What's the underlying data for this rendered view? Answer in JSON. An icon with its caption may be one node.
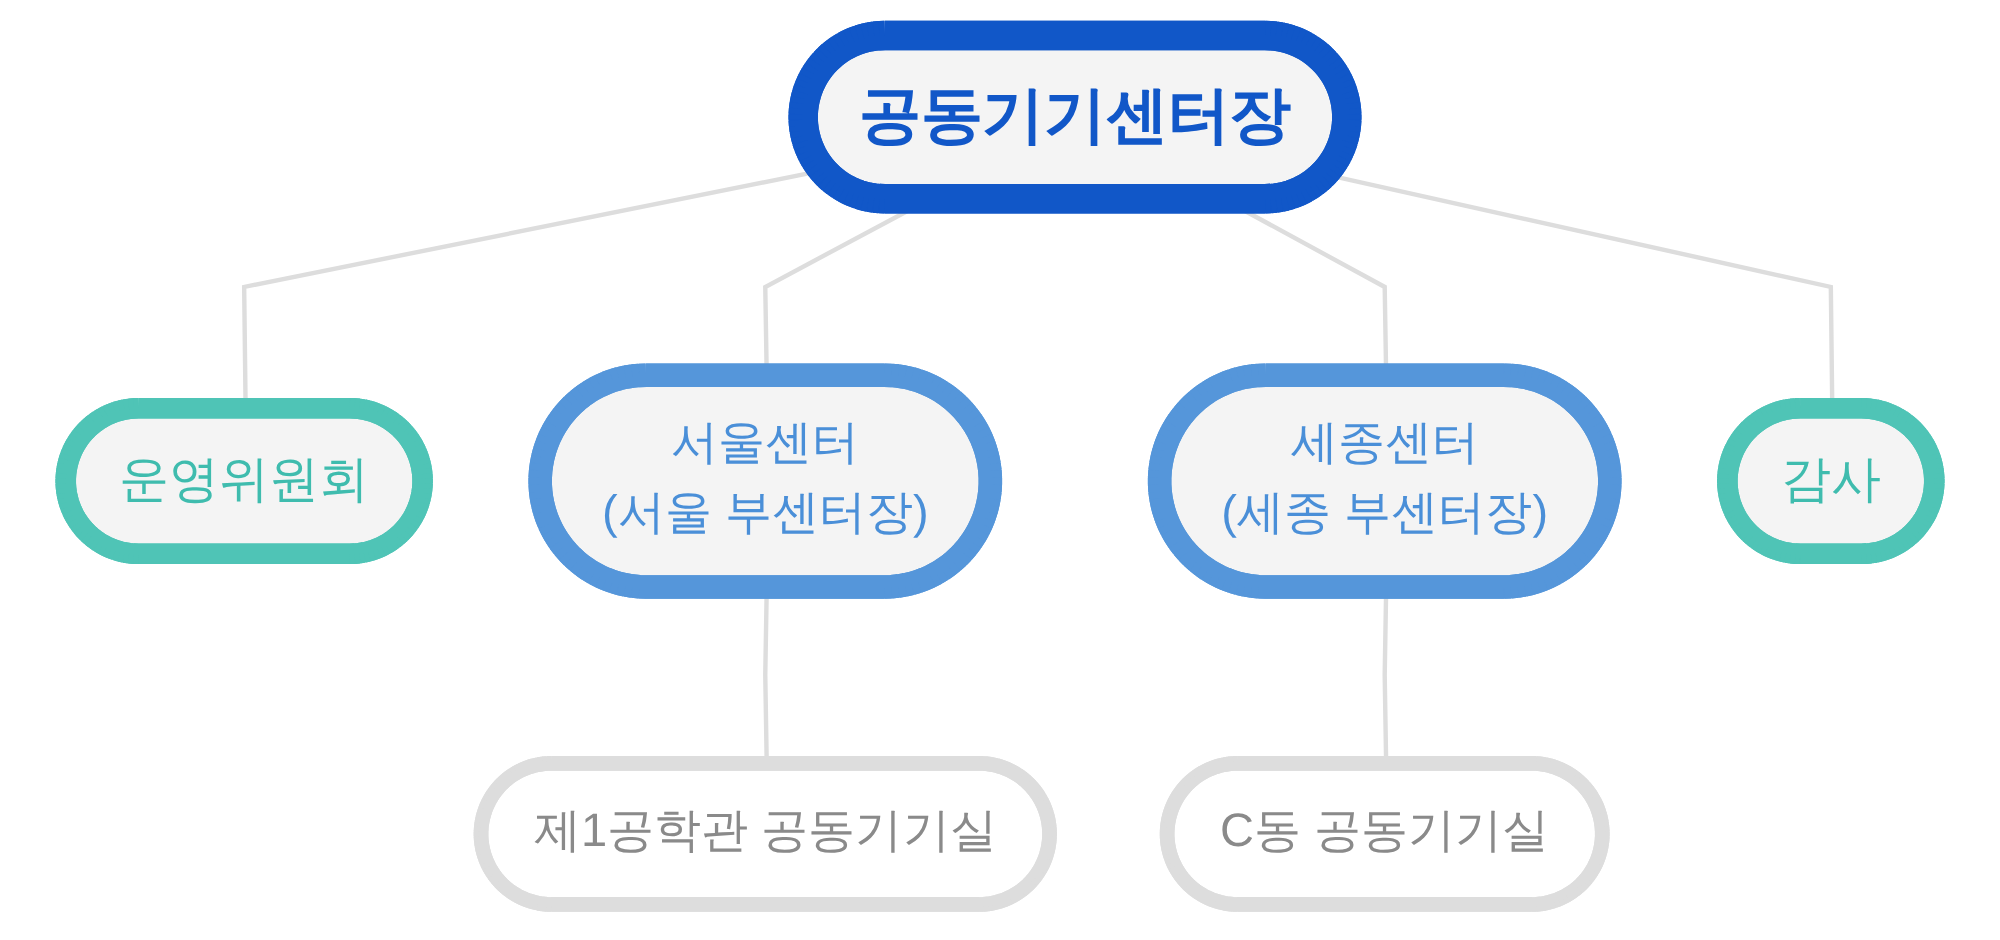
{
  "diagram": {
    "nodes": [
      {
        "text": [
          "공동기기센터장"
        ]
      },
      {
        "text": [
          "운영위원회"
        ]
      },
      {
        "text": [
          "감사"
        ]
      },
      {
        "text": [
          "서울센터",
          "(서울 부센터장)"
        ]
      },
      {
        "text": [
          "세종센터",
          "(세종 부센터장)"
        ]
      },
      {
        "text": [
          "제1공학관 공동기기실"
        ]
      },
      {
        "text": [
          "C동 공동기기실"
        ]
      }
    ],
    "edges": [
      {
        "from": 0,
        "to": 1,
        "arrow": "none"
      },
      {
        "from": 0,
        "to": 2,
        "arrow": "none"
      },
      {
        "from": 0,
        "to": 3,
        "arrow": "none"
      },
      {
        "from": 0,
        "to": 4,
        "arrow": "none"
      },
      {
        "from": 3,
        "to": 5,
        "arrow": "none"
      },
      {
        "from": 4,
        "to": 6,
        "arrow": "none"
      }
    ]
  }
}
